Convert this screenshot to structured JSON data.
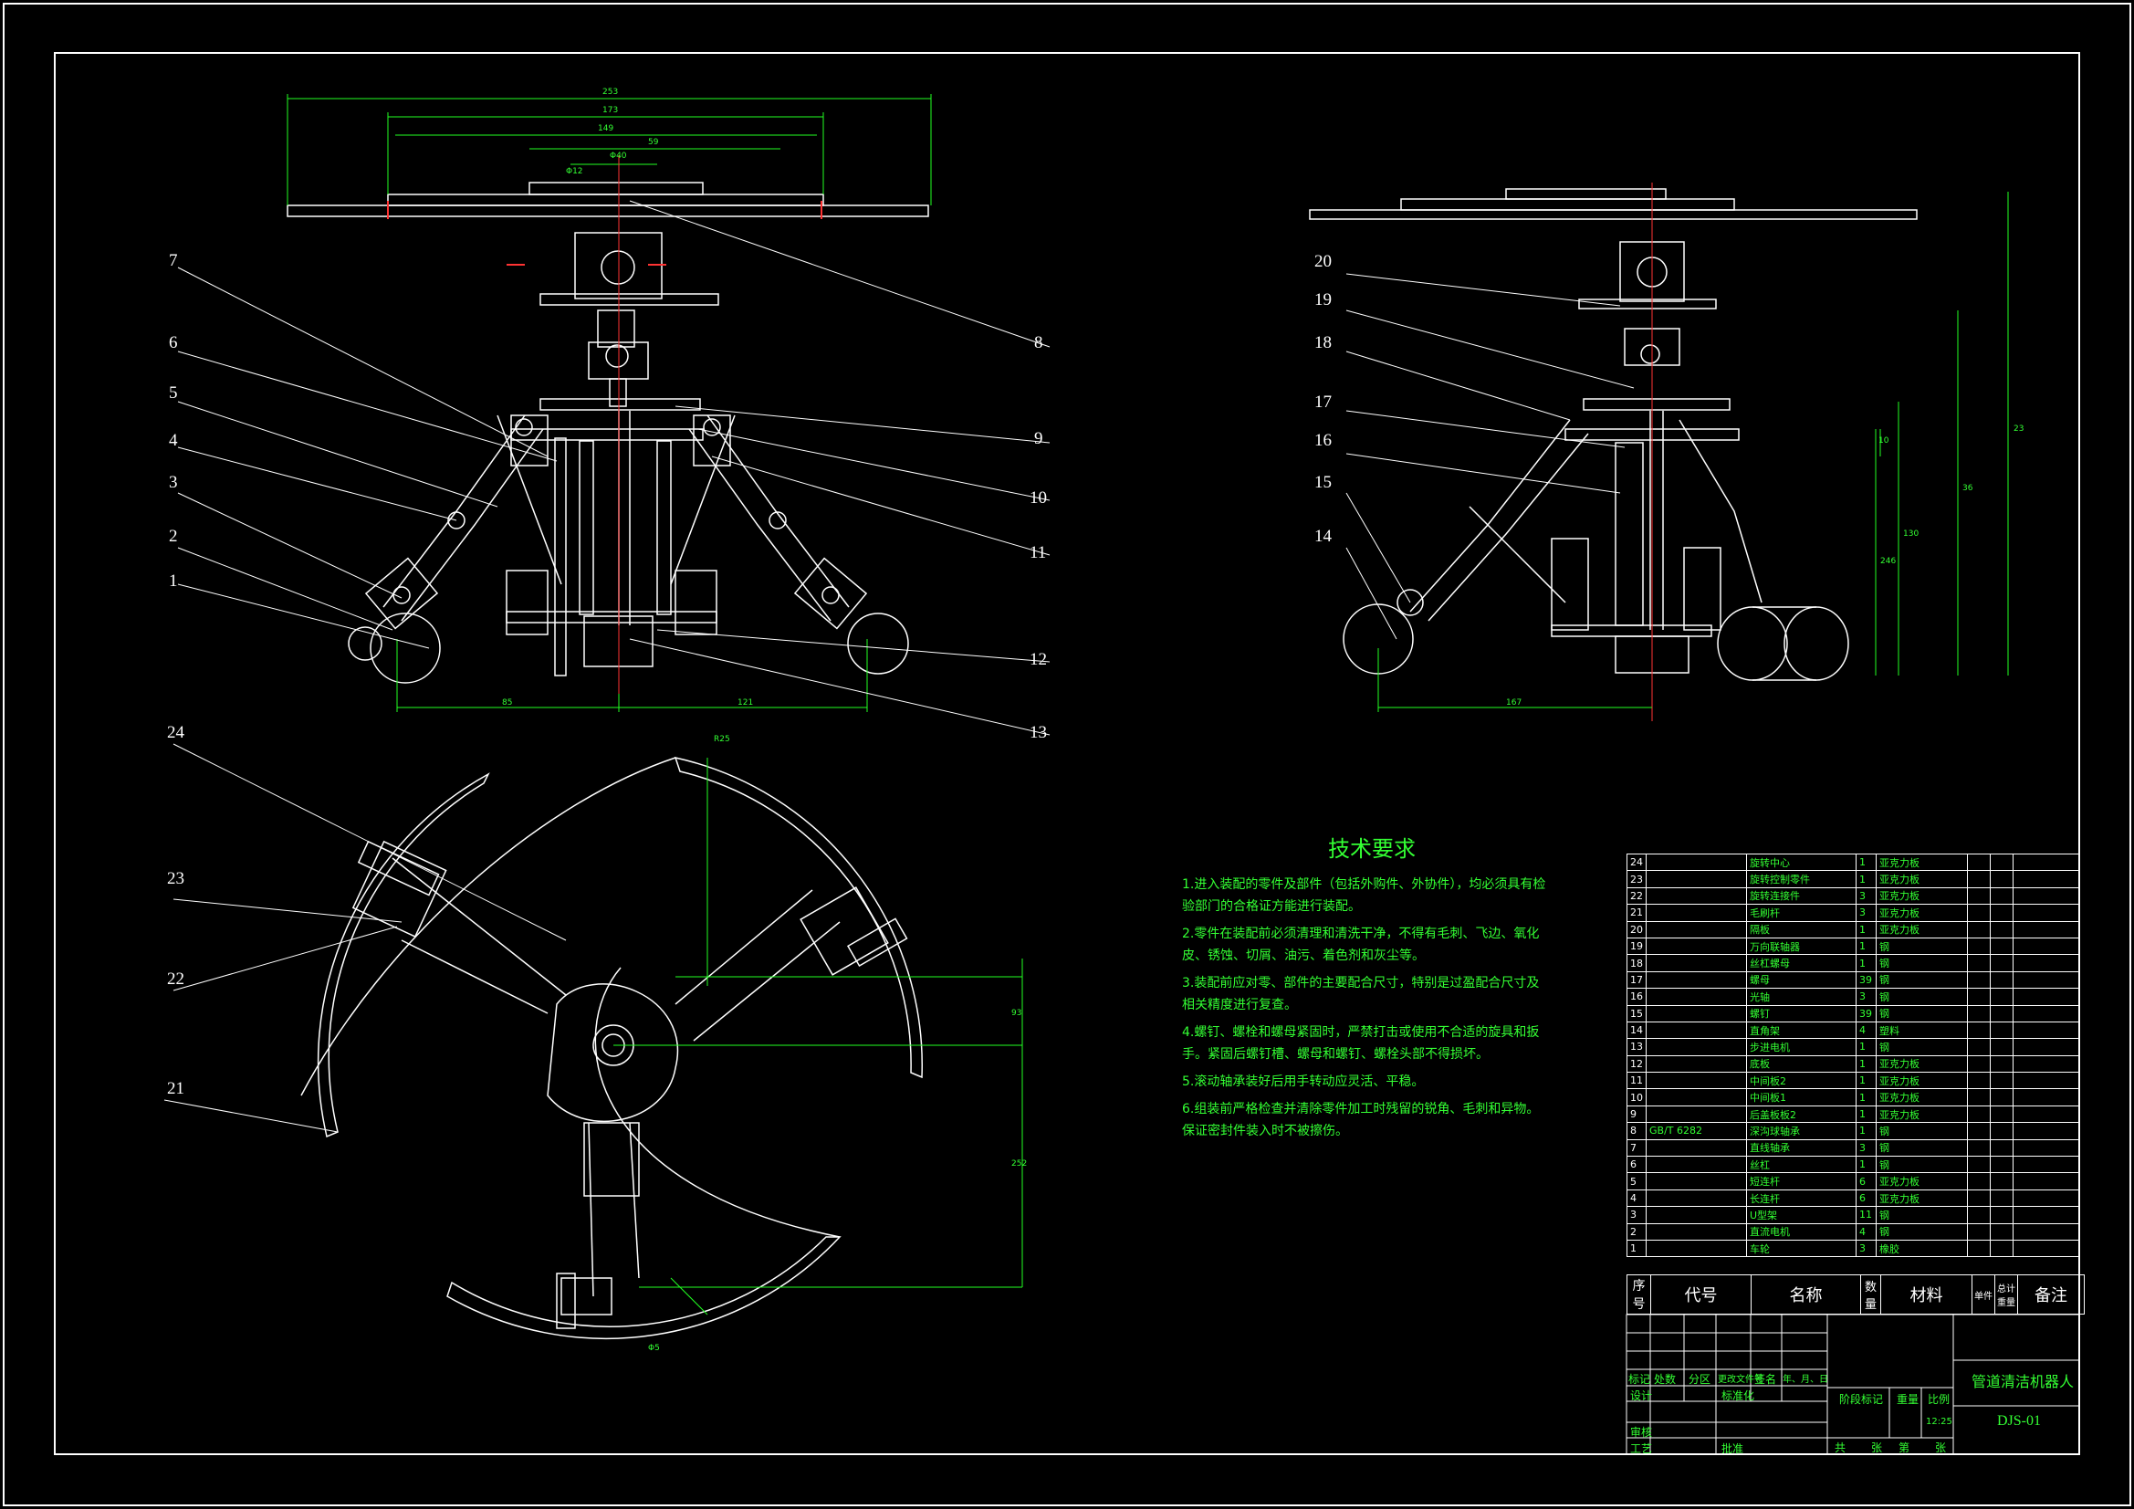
{
  "callouts": [
    {
      "n": "1"
    },
    {
      "n": "2"
    },
    {
      "n": "3"
    },
    {
      "n": "4"
    },
    {
      "n": "5"
    },
    {
      "n": "6"
    },
    {
      "n": "7"
    },
    {
      "n": "8"
    },
    {
      "n": "9"
    },
    {
      "n": "10"
    },
    {
      "n": "11"
    },
    {
      "n": "12"
    },
    {
      "n": "13"
    },
    {
      "n": "14"
    },
    {
      "n": "15"
    },
    {
      "n": "16"
    },
    {
      "n": "17"
    },
    {
      "n": "18"
    },
    {
      "n": "19"
    },
    {
      "n": "20"
    },
    {
      "n": "21"
    },
    {
      "n": "22"
    },
    {
      "n": "23"
    },
    {
      "n": "24"
    }
  ],
  "tech": {
    "title": "技术要求",
    "items": [
      "1.进入装配的零件及部件（包括外购件、外协件），均必须具有检验部门的合格证方能进行装配。",
      "2.零件在装配前必须清理和清洗干净，不得有毛刺、飞边、氧化皮、锈蚀、切屑、油污、着色剂和灰尘等。",
      "3.装配前应对零、部件的主要配合尺寸，特别是过盈配合尺寸及相关精度进行复查。",
      "4.螺钉、螺栓和螺母紧固时，严禁打击或使用不合适的旋具和扳手。紧固后螺钉槽、螺母和螺钉、螺栓头部不得损坏。",
      "5.滚动轴承装好后用手转动应灵活、平稳。",
      "6.组装前严格检查并清除零件加工时残留的锐角、毛刺和异物。保证密封件装入时不被擦伤。"
    ]
  },
  "bom": [
    {
      "no": "24",
      "code": "",
      "name": "旋转中心",
      "qty": "1",
      "mat": "亚克力板"
    },
    {
      "no": "23",
      "code": "",
      "name": "旋转控制零件",
      "qty": "1",
      "mat": "亚克力板"
    },
    {
      "no": "22",
      "code": "",
      "name": "旋转连接件",
      "qty": "3",
      "mat": "亚克力板"
    },
    {
      "no": "21",
      "code": "",
      "name": "毛刷杆",
      "qty": "3",
      "mat": "亚克力板"
    },
    {
      "no": "20",
      "code": "",
      "name": "隔板",
      "qty": "1",
      "mat": "亚克力板"
    },
    {
      "no": "19",
      "code": "",
      "name": "万向联轴器",
      "qty": "1",
      "mat": "钢"
    },
    {
      "no": "18",
      "code": "",
      "name": "丝杠螺母",
      "qty": "1",
      "mat": "钢"
    },
    {
      "no": "17",
      "code": "",
      "name": "螺母",
      "qty": "39",
      "mat": "钢"
    },
    {
      "no": "16",
      "code": "",
      "name": "光轴",
      "qty": "3",
      "mat": "钢"
    },
    {
      "no": "15",
      "code": "",
      "name": "螺钉",
      "qty": "39",
      "mat": "钢"
    },
    {
      "no": "14",
      "code": "",
      "name": "直角架",
      "qty": "4",
      "mat": "塑料"
    },
    {
      "no": "13",
      "code": "",
      "name": "步进电机",
      "qty": "1",
      "mat": "钢"
    },
    {
      "no": "12",
      "code": "",
      "name": "底板",
      "qty": "1",
      "mat": "亚克力板"
    },
    {
      "no": "11",
      "code": "",
      "name": "中间板2",
      "qty": "1",
      "mat": "亚克力板"
    },
    {
      "no": "10",
      "code": "",
      "name": "中间板1",
      "qty": "1",
      "mat": "亚克力板"
    },
    {
      "no": "9",
      "code": "",
      "name": "后盖板板2",
      "qty": "1",
      "mat": "亚克力板"
    },
    {
      "no": "8",
      "code": "GB/T 6282",
      "name": "深沟球轴承",
      "qty": "1",
      "mat": "钢"
    },
    {
      "no": "7",
      "code": "",
      "name": "直线轴承",
      "qty": "3",
      "mat": "钢"
    },
    {
      "no": "6",
      "code": "",
      "name": "丝杠",
      "qty": "1",
      "mat": "钢"
    },
    {
      "no": "5",
      "code": "",
      "name": "短连杆",
      "qty": "6",
      "mat": "亚克力板"
    },
    {
      "no": "4",
      "code": "",
      "name": "长连杆",
      "qty": "6",
      "mat": "亚克力板"
    },
    {
      "no": "3",
      "code": "",
      "name": "U型架",
      "qty": "11",
      "mat": "钢"
    },
    {
      "no": "2",
      "code": "",
      "name": "直流电机",
      "qty": "4",
      "mat": "钢"
    },
    {
      "no": "1",
      "code": "",
      "name": "车轮",
      "qty": "3",
      "mat": "橡胶"
    }
  ],
  "bom_header": {
    "no": "序号",
    "code": "代号",
    "name": "名称",
    "qty": "数量",
    "mat": "材料",
    "unit": "单件",
    "total": "总计",
    "weight": "重量",
    "note": "备注"
  },
  "titleblock": {
    "title": "管道清洁机器人",
    "drawing_no": "DJS-01",
    "scale": "12:25",
    "labels": {
      "mark": "标记",
      "count": "处数",
      "zone": "分区",
      "change": "更改文件号",
      "sign": "签名",
      "date": "年、月、日",
      "design": "设计",
      "std": "标准化",
      "stage": "阶段标记",
      "weight": "重量",
      "scale": "比例",
      "review": "审核",
      "process": "工艺",
      "approve": "批准",
      "total": "共",
      "sheets": "张",
      "page": "第",
      "sheet": "张"
    }
  },
  "dims": {
    "top_253": "253",
    "top_173": "173",
    "top_149": "149",
    "top_59": "59",
    "top_40": "Φ40",
    "top_12": "Φ12",
    "bot_85": "85",
    "bot_121": "121",
    "side_167": "167",
    "v1": "23",
    "v2": "36",
    "v3": "130",
    "v4": "246",
    "v5": "93",
    "v6": "10",
    "p1": "R25",
    "p2": "252",
    "p3": "Φ5"
  },
  "colors": {
    "line": "#ffffff",
    "dim": "#22ff22",
    "accent": "#ff3030",
    "center": "#ff3030",
    "bg": "#000000"
  }
}
